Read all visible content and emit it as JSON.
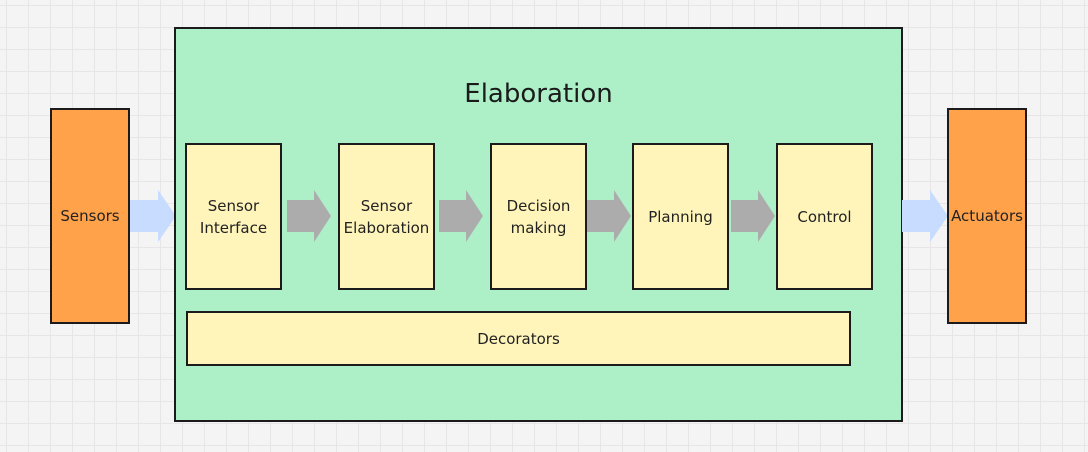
{
  "diagram": {
    "container": {
      "title": "Elaboration"
    },
    "inputs": [
      {
        "id": "sensors",
        "label": "Sensors"
      }
    ],
    "outputs": [
      {
        "id": "actuators",
        "label": "Actuators"
      }
    ],
    "pipeline": [
      {
        "id": "sensor-interface",
        "label": "Sensor\nInterface"
      },
      {
        "id": "sensor-elaboration",
        "label": "Sensor\nElaboration"
      },
      {
        "id": "decision-making",
        "label": "Decision\nmaking"
      },
      {
        "id": "planning",
        "label": "Planning"
      },
      {
        "id": "control",
        "label": "Control"
      }
    ],
    "footer_block": {
      "label": "Decorators"
    },
    "colors": {
      "io_block": "#ffa24a",
      "stage_block": "#fff5bb",
      "container": "#adf0c8",
      "io_arrow": "#c7dcff",
      "stage_arrow": "#acacac"
    }
  }
}
